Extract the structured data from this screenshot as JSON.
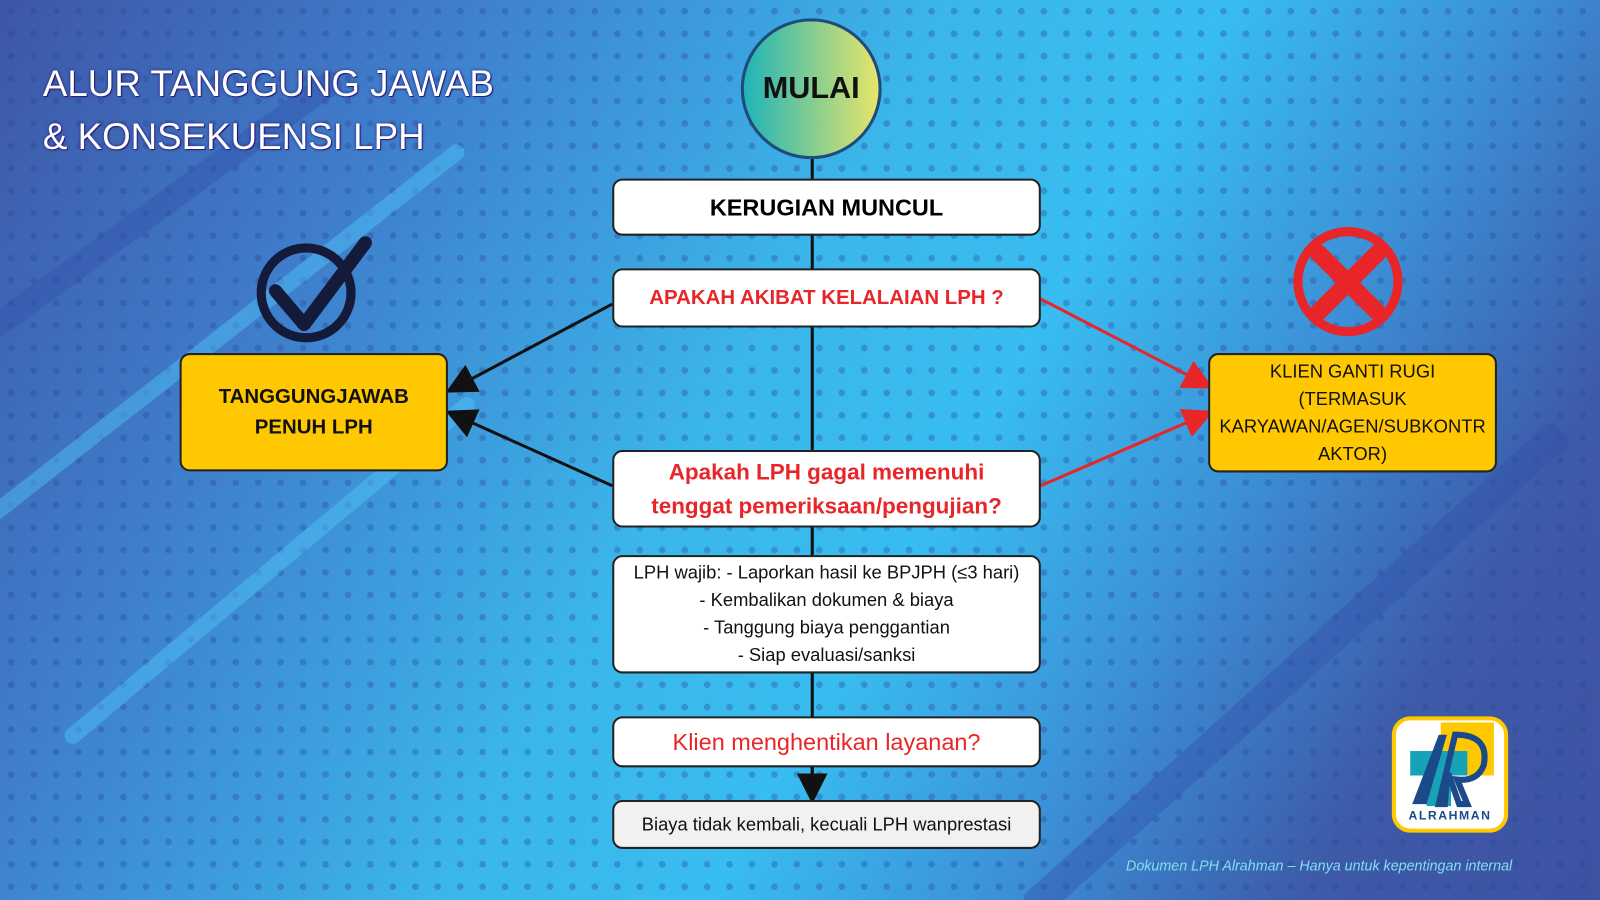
{
  "title": {
    "line1": "ALUR TANGGUNG JAWAB",
    "line2": "& KONSEKUENSI LPH"
  },
  "start": "MULAI",
  "nodes": {
    "loss": "KERUGIAN MUNCUL",
    "q_negligence": "APAKAH AKIBAT KELALAIAN LPH ?",
    "q_deadline_1": "Apakah LPH gagal memenuhi",
    "q_deadline_2": "tenggat pemeriksaan/pengujian?",
    "obligations": [
      "LPH wajib: - Laporkan hasil ke BPJPH (≤3 hari)",
      "- Kembalikan dokumen & biaya",
      "- Tanggung biaya penggantian",
      "- Siap evaluasi/sanksi"
    ],
    "q_terminate": "Klien menghentikan layanan?",
    "fee": "Biaya tidak kembali, kecuali LPH wanprestasi",
    "full_resp_1": "TANGGUNGJAWAB",
    "full_resp_2": "PENUH LPH",
    "client": [
      "KLIEN GANTI RUGI",
      "(TERMASUK",
      "KARYAWAN/AGEN/SUBKONTR",
      "AKTOR)"
    ]
  },
  "logo": {
    "text": "ALRAHMAN"
  },
  "footer": "Dokumen LPH Alrahman – Hanya untuk kepentingan internal",
  "colors": {
    "yes": "#ffc800",
    "question": "#e8262a",
    "cross": "#e8262a"
  }
}
